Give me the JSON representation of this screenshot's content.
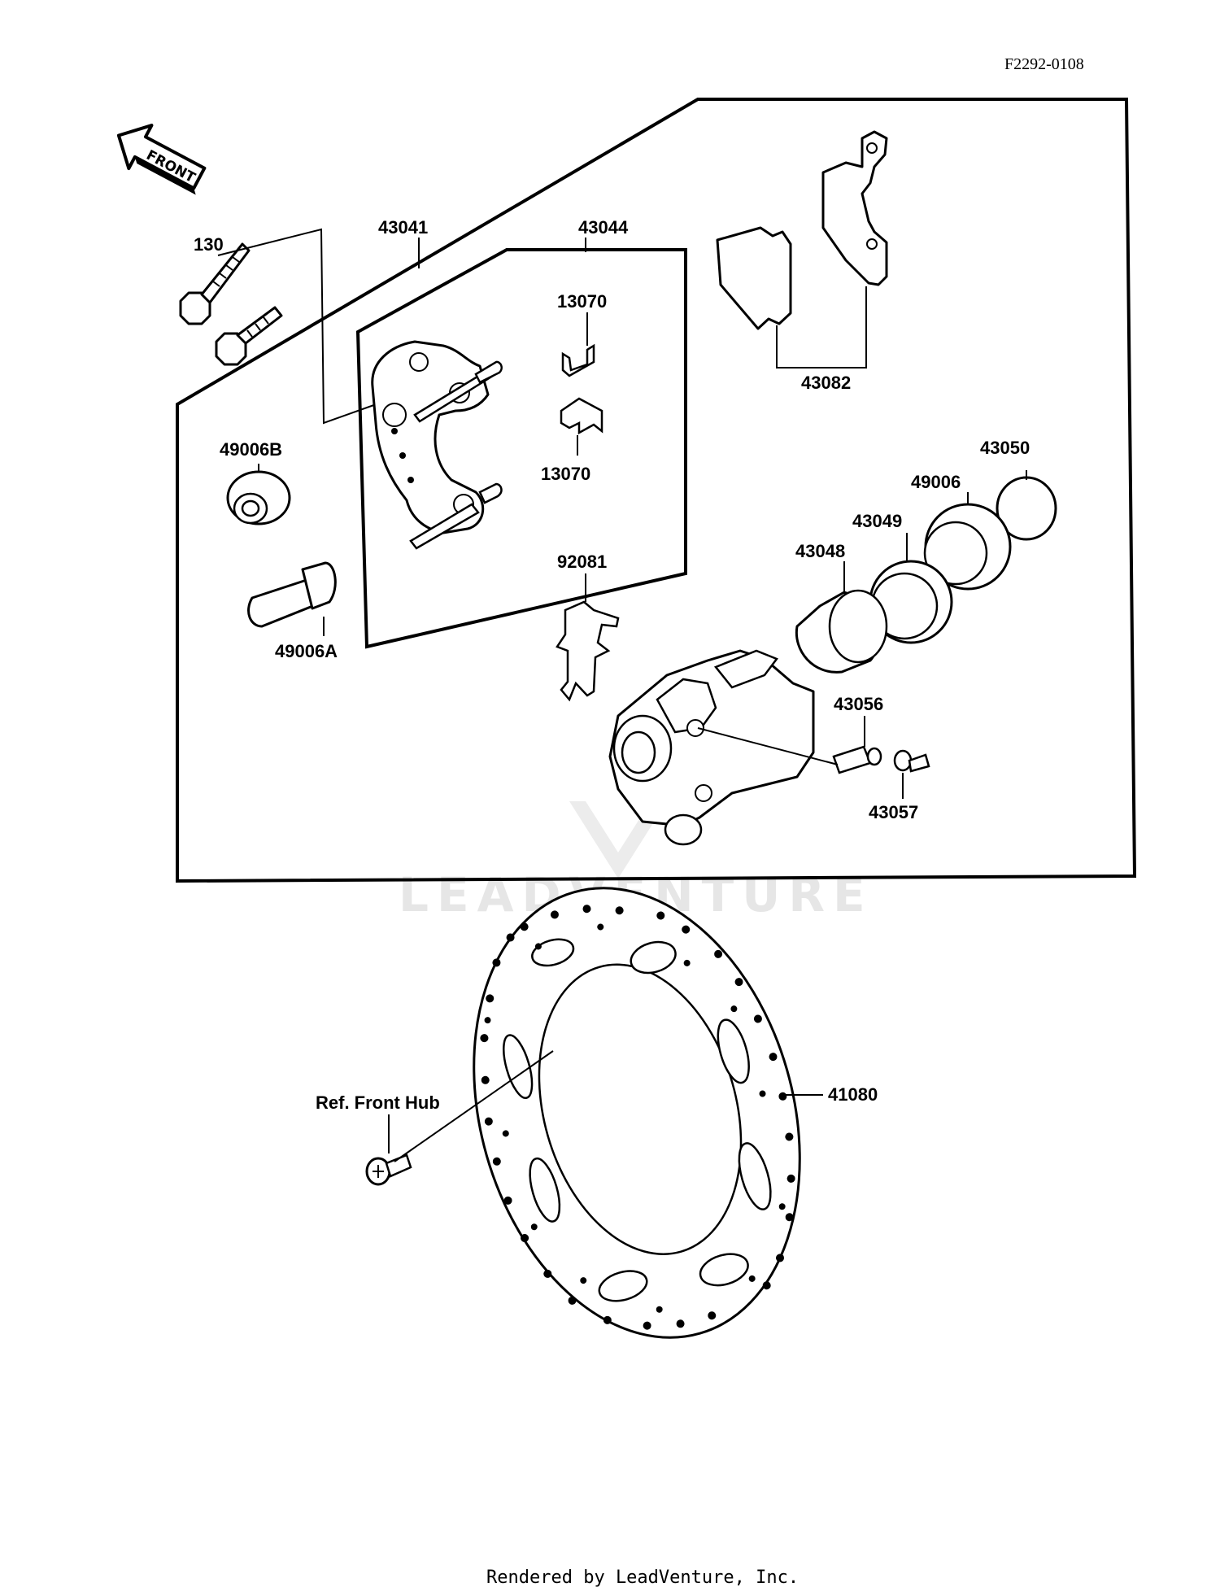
{
  "document": {
    "code": "F2292-0108",
    "footer": "Rendered by LeadVenture, Inc.",
    "watermark": "LEADVENTURE",
    "front_arrow": "FRONT"
  },
  "labels": {
    "p130": "130",
    "p43041": "43041",
    "p43044": "43044",
    "p13070a": "13070",
    "p13070b": "13070",
    "p43082": "43082",
    "p49006B": "49006B",
    "p49006A": "49006A",
    "p43050": "43050",
    "p49006": "49006",
    "p43049": "43049",
    "p43048": "43048",
    "p92081": "92081",
    "p43056": "43056",
    "p43057": "43057",
    "p41080": "41080",
    "ref_front_hub": "Ref. Front Hub"
  }
}
